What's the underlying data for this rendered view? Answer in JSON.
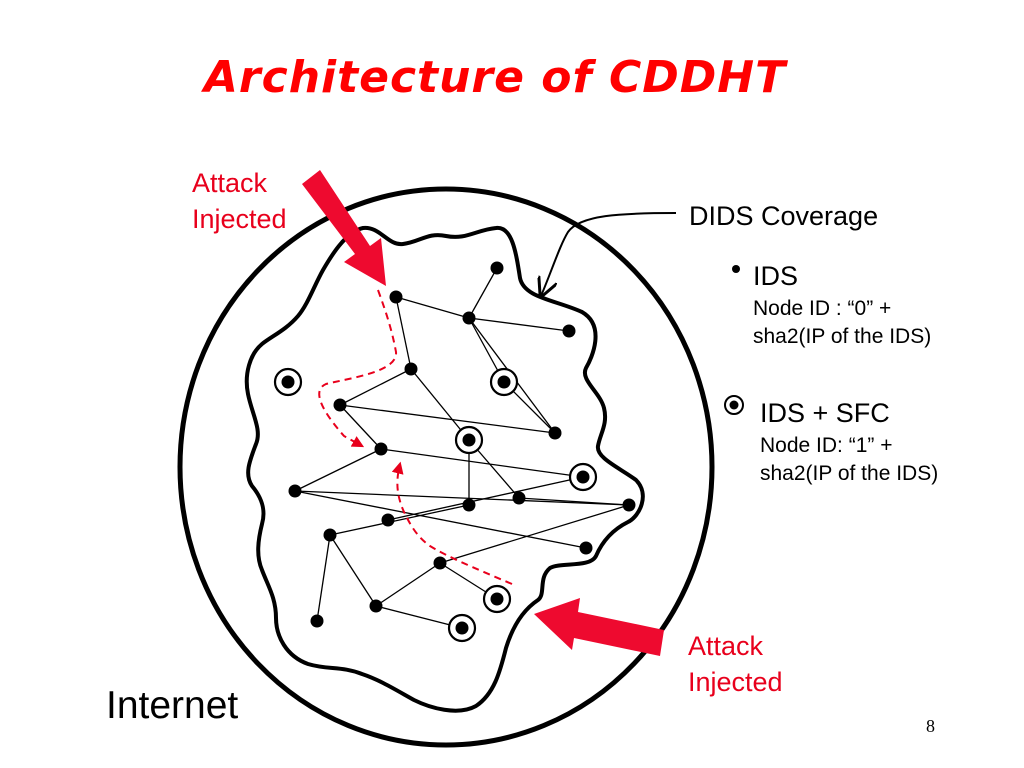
{
  "title": "Architecture of CDDHT",
  "colors": {
    "title": "#ff0000",
    "attack": "#e8001c",
    "arrow": "#ee0a2f",
    "ink": "#000000"
  },
  "callouts": {
    "attack_top": [
      "Attack",
      "Injected"
    ],
    "attack_bottom": [
      "Attack",
      "Injected"
    ],
    "dids_coverage": "DIDS Coverage",
    "internet": "Internet"
  },
  "legend": {
    "ids": {
      "symbol": "filled-dot",
      "label": "IDS",
      "desc": [
        "Node ID : “0” +",
        "sha2(IP of the IDS)"
      ]
    },
    "ids_sfc": {
      "symbol": "ringed-dot",
      "label": "IDS + SFC",
      "desc": [
        "Node ID: “1” +",
        "sha2(IP of the IDS)"
      ]
    }
  },
  "page_number": "8",
  "network": {
    "nodes": [
      {
        "id": "n1",
        "type": "ids"
      },
      {
        "id": "n2",
        "type": "ids"
      },
      {
        "id": "n3",
        "type": "ids"
      },
      {
        "id": "n4",
        "type": "ids"
      },
      {
        "id": "n5",
        "type": "ids_sfc"
      },
      {
        "id": "n6",
        "type": "ids_sfc"
      },
      {
        "id": "n7",
        "type": "ids"
      },
      {
        "id": "n8",
        "type": "ids"
      },
      {
        "id": "n9",
        "type": "ids_sfc"
      },
      {
        "id": "n10",
        "type": "ids"
      },
      {
        "id": "n11",
        "type": "ids"
      },
      {
        "id": "n12",
        "type": "ids_sfc"
      },
      {
        "id": "n13",
        "type": "ids"
      },
      {
        "id": "n14",
        "type": "ids"
      },
      {
        "id": "n15",
        "type": "ids"
      },
      {
        "id": "n16",
        "type": "ids"
      },
      {
        "id": "n17",
        "type": "ids"
      },
      {
        "id": "n18",
        "type": "ids"
      },
      {
        "id": "n19",
        "type": "ids"
      },
      {
        "id": "n20",
        "type": "ids"
      },
      {
        "id": "n21",
        "type": "ids_sfc"
      },
      {
        "id": "n22",
        "type": "ids"
      },
      {
        "id": "n23",
        "type": "ids"
      },
      {
        "id": "n24",
        "type": "ids_sfc"
      }
    ],
    "edges": [
      [
        "n1",
        "n3"
      ],
      [
        "n2",
        "n3"
      ],
      [
        "n2",
        "n7"
      ],
      [
        "n3",
        "n4"
      ],
      [
        "n3",
        "n6"
      ],
      [
        "n3",
        "n10"
      ],
      [
        "n6",
        "n10"
      ],
      [
        "n7",
        "n8"
      ],
      [
        "n7",
        "n9"
      ],
      [
        "n8",
        "n11"
      ],
      [
        "n8",
        "n10"
      ],
      [
        "n9",
        "n13"
      ],
      [
        "n9",
        "n14"
      ],
      [
        "n11",
        "n12"
      ],
      [
        "n11",
        "n16"
      ],
      [
        "n12",
        "n17"
      ],
      [
        "n13",
        "n15"
      ],
      [
        "n15",
        "n20"
      ],
      [
        "n20",
        "n21"
      ],
      [
        "n20",
        "n23"
      ],
      [
        "n23",
        "n24"
      ],
      [
        "n14",
        "n18"
      ],
      [
        "n18",
        "n22"
      ],
      [
        "n18",
        "n23"
      ],
      [
        "n15",
        "n16"
      ],
      [
        "n16",
        "n19"
      ]
    ]
  }
}
